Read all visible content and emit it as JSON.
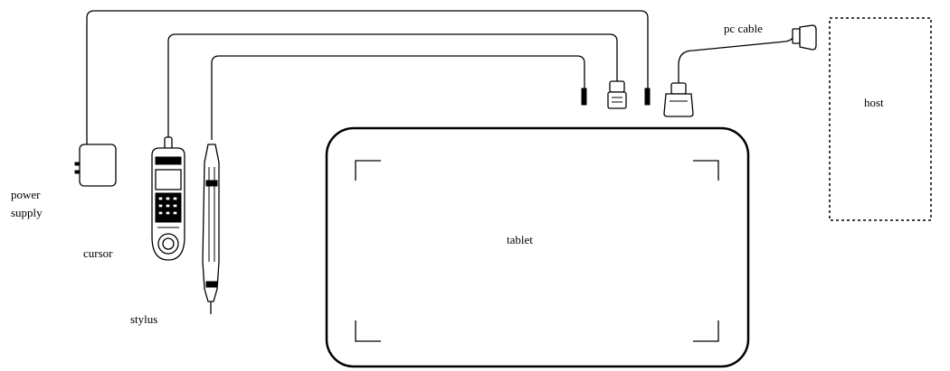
{
  "labels": {
    "power_supply_line1": "power",
    "power_supply_line2": "supply",
    "cursor": "cursor",
    "stylus": "stylus",
    "tablet": "tablet",
    "pc_cable": "pc cable",
    "host": "host"
  }
}
